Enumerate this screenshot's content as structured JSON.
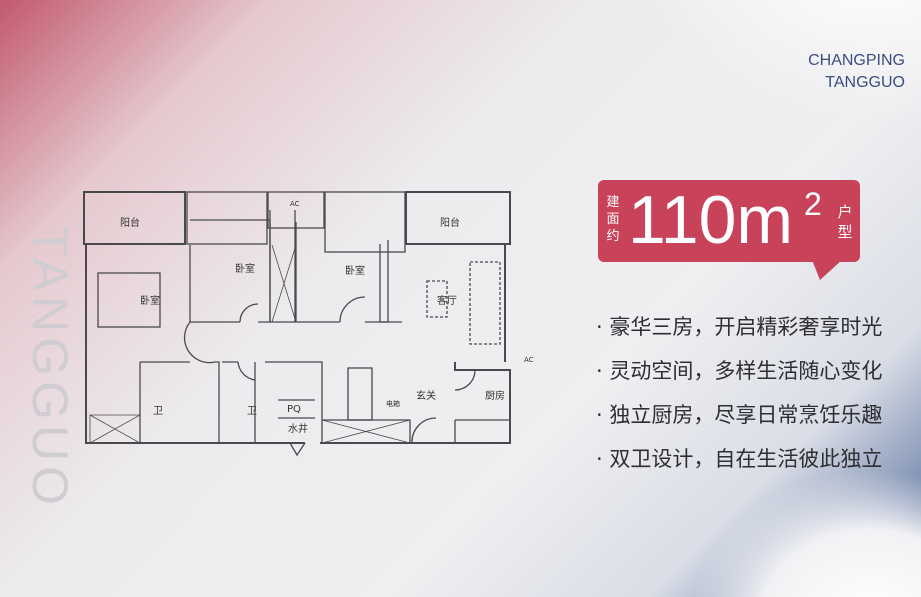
{
  "brand": {
    "line1": "CHANGPING",
    "line2": "TANGGUO"
  },
  "vertical_text": "TANGGUO",
  "badge": {
    "prefix_chars": [
      "建",
      "面",
      "约"
    ],
    "area": "110m",
    "superscript": "2",
    "suffix_chars": [
      "户",
      "型"
    ],
    "color": "#c8435a"
  },
  "features": [
    "· 豪华三房，开启精彩奢享时光",
    "· 灵动空间，多样生活随心变化",
    "· 独立厨房，尽享日常烹饪乐趣",
    "· 双卫设计，自在生活彼此独立"
  ],
  "floorplan": {
    "rooms": {
      "balcony_left": "阳台",
      "balcony_right": "阳台",
      "bedroom_master": "卧室",
      "bedroom_2": "卧室",
      "bedroom_3": "卧室",
      "living_room": "客厅",
      "bathroom_1": "卫",
      "bathroom_2": "卫",
      "kitchen": "厨房",
      "entrance": "玄关",
      "water_shaft": "水井",
      "pq": "PQ",
      "meter_box": "电箱",
      "ac_1": "AC",
      "ac_2": "AC"
    }
  }
}
